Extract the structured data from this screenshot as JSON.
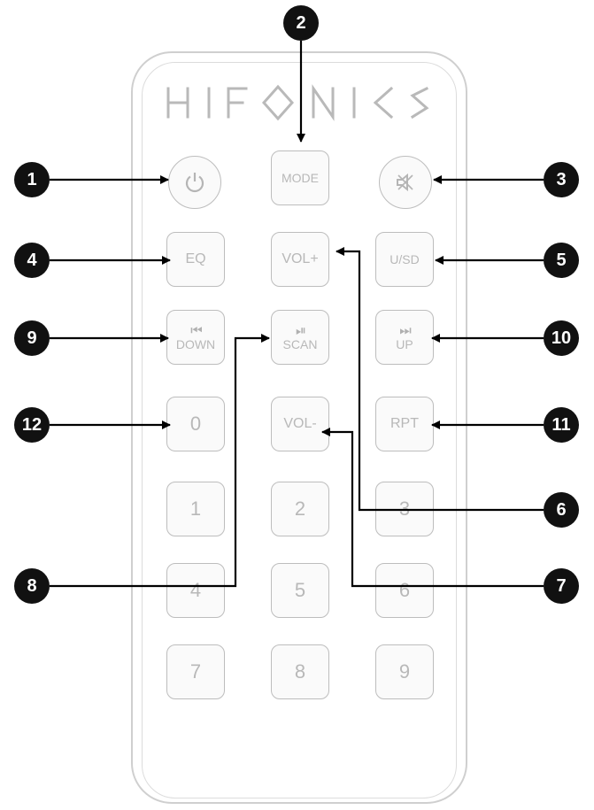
{
  "brand": {
    "letters": [
      "H",
      "I",
      "F",
      "O",
      "N",
      "I",
      "C",
      "S"
    ],
    "text": "HIFONICS"
  },
  "buttons": {
    "power": {
      "icon": "power-icon"
    },
    "mode": {
      "label": "MODE"
    },
    "mute": {
      "icon": "speaker-mute-icon"
    },
    "eq": {
      "label": "EQ"
    },
    "vol_up": {
      "label": "VOL+"
    },
    "usb_sd": {
      "label": "U/SD"
    },
    "down": {
      "symbol": "⏮",
      "label": "DOWN",
      "icon": "skip-back-icon"
    },
    "scan": {
      "symbol": "⏯",
      "label": "SCAN",
      "icon": "play-pause-icon"
    },
    "up": {
      "symbol": "⏭",
      "label": "UP",
      "icon": "skip-forward-icon"
    },
    "zero": {
      "label": "0"
    },
    "vol_down": {
      "label": "VOL-"
    },
    "rpt": {
      "label": "RPT"
    },
    "n1": {
      "label": "1"
    },
    "n2": {
      "label": "2"
    },
    "n3": {
      "label": "3"
    },
    "n4": {
      "label": "4"
    },
    "n5": {
      "label": "5"
    },
    "n6": {
      "label": "6"
    },
    "n7": {
      "label": "7"
    },
    "n8": {
      "label": "8"
    },
    "n9": {
      "label": "9"
    }
  },
  "callouts": {
    "c1": "1",
    "c2": "2",
    "c3": "3",
    "c4": "4",
    "c5": "5",
    "c6": "6",
    "c7": "7",
    "c8": "8",
    "c9": "9",
    "c10": "10",
    "c11": "11",
    "c12": "12"
  },
  "colors": {
    "callout_fill": "#111111",
    "callout_text": "#ffffff",
    "leader_line": "#000000",
    "button_border": "#bdbdbd",
    "button_text": "#b8b8b8"
  }
}
